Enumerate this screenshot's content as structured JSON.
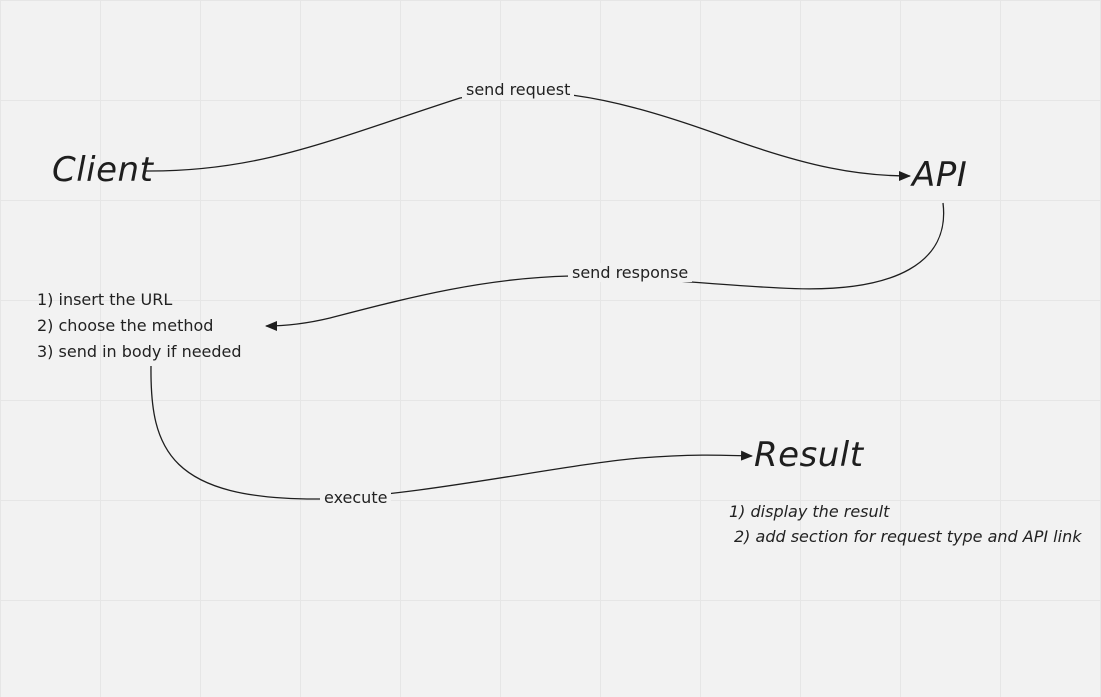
{
  "nodes": {
    "client": "Client",
    "api": "API",
    "result": "Result"
  },
  "edges": {
    "send_request": "send request",
    "send_response": "send response",
    "execute": "execute"
  },
  "client_steps": [
    "1) insert the URL",
    "2) choose the method",
    "3) send in body if needed"
  ],
  "result_steps": [
    "1) display the result",
    "2) add section for request type and API link"
  ],
  "colors": {
    "background": "#f2f2f2",
    "grid": "#e6e6e6",
    "stroke": "#1e1e1e"
  }
}
